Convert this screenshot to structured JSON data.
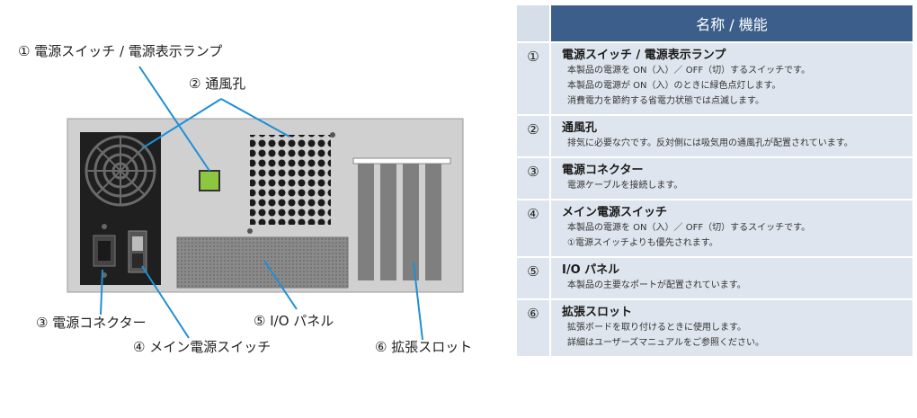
{
  "labels": {
    "power_switch_lamp": "① 電源スイッチ / 電源表示ランプ",
    "vent": "② 通風孔",
    "power_connector": "③ 電源コネクター",
    "main_power_switch": "④ メイン電源スイッチ",
    "io_panel": "⑤ I/O パネル",
    "expansion_slot": "⑥ 拡張スロット"
  },
  "table": {
    "header": "名称 / 機能",
    "rows": [
      {
        "num": "①",
        "title": "電源スイッチ / 電源表示ランプ",
        "lines": [
          "本製品の電源を ON（入）／ OFF（切）するスイッチです。",
          "本製品の電源が ON（入）のときに緑色点灯します。",
          "消費電力を節約する省電力状態では点滅します。"
        ]
      },
      {
        "num": "②",
        "title": "通風孔",
        "lines": [
          "排気に必要な穴です。反対側には吸気用の通風孔が配置されています。"
        ]
      },
      {
        "num": "③",
        "title": "電源コネクター",
        "lines": [
          "電源ケーブルを接続します。"
        ]
      },
      {
        "num": "④",
        "title": "メイン電源スイッチ",
        "lines": [
          "本製品の電源を ON（入）／ OFF（切）するスイッチです。",
          "①電源スイッチよりも優先されます。"
        ]
      },
      {
        "num": "⑤",
        "title": "I/O パネル",
        "lines": [
          "本製品の主要なポートが配置されています。"
        ]
      },
      {
        "num": "⑥",
        "title": "拡張スロット",
        "lines": [
          "拡張ボードを取り付けるときに使用します。",
          "詳細はユーザーズマニュアルをご参照ください。"
        ]
      }
    ]
  },
  "colors": {
    "header_bg": "#3b5f8a",
    "row_bg": "#dfe5ee",
    "panel_bg": "#d0d0d0",
    "lamp_green": "#8dc63f",
    "leader_line": "#1e8fd6"
  }
}
